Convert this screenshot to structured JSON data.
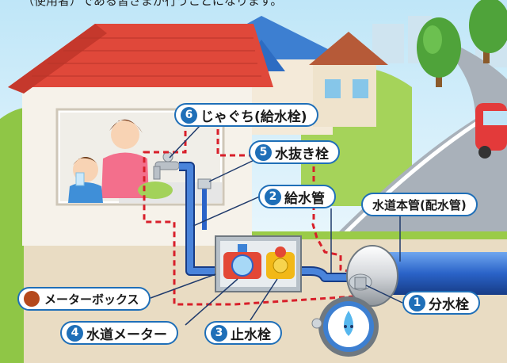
{
  "intro_text": "（使用者）である皆さまが行うことになります。",
  "labels": {
    "faucet": {
      "number": "6",
      "text": "じゃぐち(給水栓)"
    },
    "drain_valve": {
      "number": "5",
      "text": "水抜き栓"
    },
    "supply_pipe": {
      "number": "2",
      "text": "給水管"
    },
    "water_main": {
      "text": "水道本管(配水管)"
    },
    "meter_box": {
      "text": "メーターボックス"
    },
    "branch_valve": {
      "number": "1",
      "text": "分水栓"
    },
    "water_meter": {
      "number": "4",
      "text": "水道メーター"
    },
    "stop_valve": {
      "number": "3",
      "text": "止水栓"
    }
  },
  "colors": {
    "accent_blue": "#1f6fb8",
    "pipe_blue": "#2a63c8",
    "boundary_red": "#d81f2a",
    "meter_box_dot": "#b5491c",
    "roof_red": "#e0483a",
    "ground": "#e9dcc3",
    "grass": "#9acb48"
  },
  "icons": [
    "water-drop-mascot-icon",
    "house-icon",
    "tree-icon",
    "car-icon"
  ]
}
